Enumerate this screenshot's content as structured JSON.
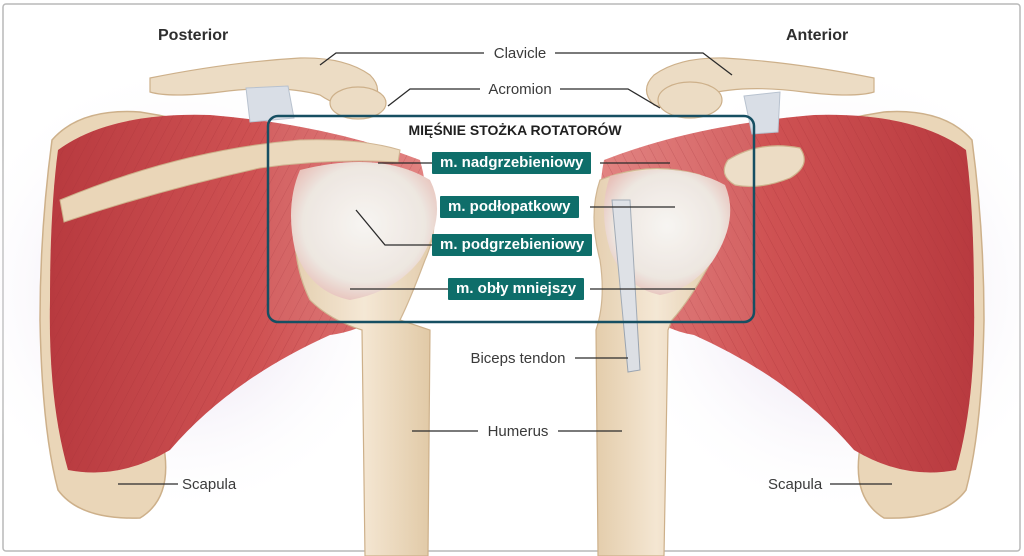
{
  "orientation": {
    "posterior": "Posterior",
    "anterior": "Anterior"
  },
  "labels": {
    "clavicle": "Clavicle",
    "acromion": "Acromion",
    "biceps_tendon": "Biceps tendon",
    "humerus": "Humerus",
    "scapula_left": "Scapula",
    "scapula_right": "Scapula"
  },
  "rotator_cuff": {
    "title": "MIĘŚNIE STOŻKA ROTATORÓW",
    "muscles": [
      "m. nadgrzebieniowy",
      "m. podłopatkowy",
      "m. podgrzebieniowy",
      "m. obły mniejszy"
    ]
  },
  "colors": {
    "muscle": "#c9484b",
    "muscle_light": "#e17a78",
    "bone": "#eedcc2",
    "tendon": "#ece6e0",
    "label_box": "#0e6e6a",
    "overlay_border": "#164f62",
    "frame_border": "#b9b9b9"
  }
}
